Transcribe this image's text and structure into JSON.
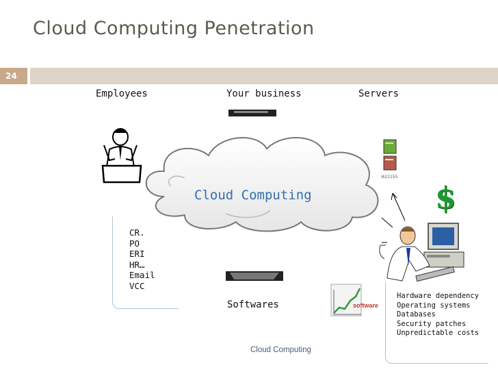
{
  "slide": {
    "title": "Cloud Computing Penetration",
    "number": "24",
    "footer": "Cloud Computing"
  },
  "labels": {
    "employees": "Employees",
    "business": "Your business",
    "servers": "Servers",
    "softwares": "Softwares",
    "cloud": "Cloud Computing",
    "software_tag": "software",
    "server_tag": "i621155",
    "dollar": "$"
  },
  "apps_list": [
    "CR.",
    "PO",
    "ERI",
    "HR…",
    "Email",
    "VCC"
  ],
  "issues_list": [
    "Hardware dependency",
    "Operating systems",
    "Databases",
    "Security patches",
    "Unpredictable costs"
  ],
  "colors": {
    "accent_bar": "#ddd3c8",
    "number_box": "#c8a98a",
    "cloud_text": "#2f6fb0",
    "dollar": "#1d9a2d"
  }
}
